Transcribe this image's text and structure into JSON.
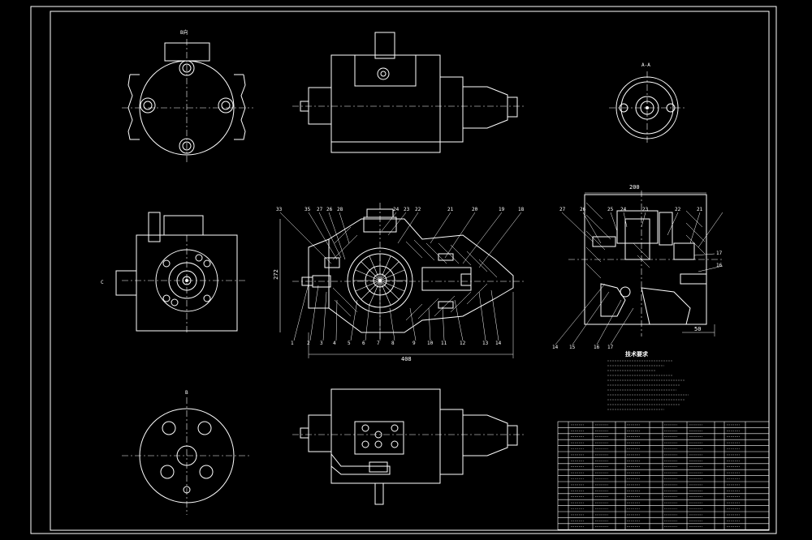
{
  "colors": {
    "background": "#000000",
    "line": "#ffffff",
    "centerline": "#ffffff"
  },
  "views": {
    "top_left_label": "B向",
    "top_right_label": "A-A",
    "bottom_left_label": "B",
    "mid_left_label": "C"
  },
  "dimensions": {
    "section_width": "408",
    "section_height": "272",
    "side_width": "200",
    "side_offset": "50"
  },
  "balloons": {
    "section_top": [
      "33",
      "35",
      "27",
      "26",
      "28",
      "24",
      "23",
      "22",
      "21",
      "20",
      "19",
      "18"
    ],
    "section_bottom": [
      "1",
      "2",
      "3",
      "4",
      "5",
      "6",
      "7",
      "8",
      "9",
      "10",
      "11",
      "12",
      "13",
      "14"
    ],
    "side_top": [
      "27",
      "26",
      "25",
      "24",
      "23",
      "22",
      "21"
    ],
    "side_bottom": [
      "14",
      "15",
      "16",
      "17"
    ],
    "side_right": [
      "17",
      "16"
    ]
  },
  "tech_requirements": {
    "title": "技术要求"
  }
}
